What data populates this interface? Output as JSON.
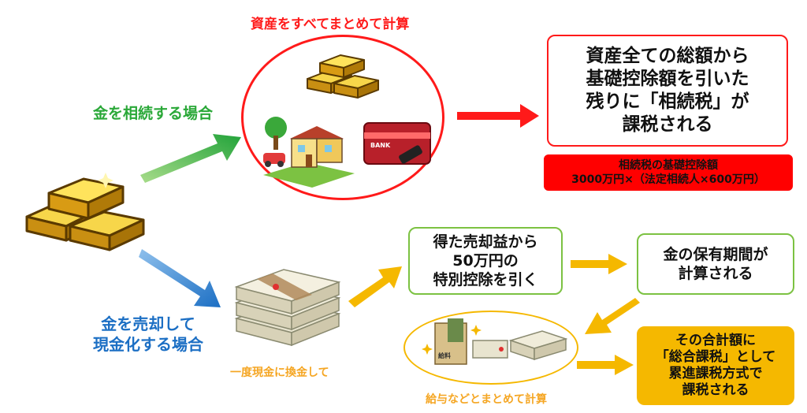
{
  "labels": {
    "inherit_gold": "金を相続する場合",
    "sum_all_assets": "資産をすべてまとめて計算",
    "sell_gold_line1": "金を売却して",
    "sell_gold_line2": "現金化する場合",
    "convert_cash": "一度現金に換金して",
    "sum_with_salary": "給与などとまとめて計算"
  },
  "boxes": {
    "inheritance_tax": [
      "資産全ての総額から",
      "基礎控除額を引いた",
      "残りに「相続税」が",
      "課税される"
    ],
    "basic_deduction_line1": "相続税の基礎控除額",
    "basic_deduction_line2": "3000万円×（法定相続人×600万円）",
    "special_deduction": [
      "得た売却益から",
      "50万円の",
      "特別控除を引く"
    ],
    "holding_period": [
      "金の保有期間が",
      "計算される"
    ],
    "progressive_tax": [
      "その合計額に",
      "「総合課税」として",
      "累進課税方式で",
      "課税される"
    ]
  },
  "icons": {
    "card_text": "BANK",
    "envelope_text": "給料",
    "colors": {
      "gold": "#e8b422",
      "red": "#ff1a1a",
      "green": "#2aa838",
      "blue": "#1c6fc4",
      "orange": "#f5b800"
    }
  }
}
